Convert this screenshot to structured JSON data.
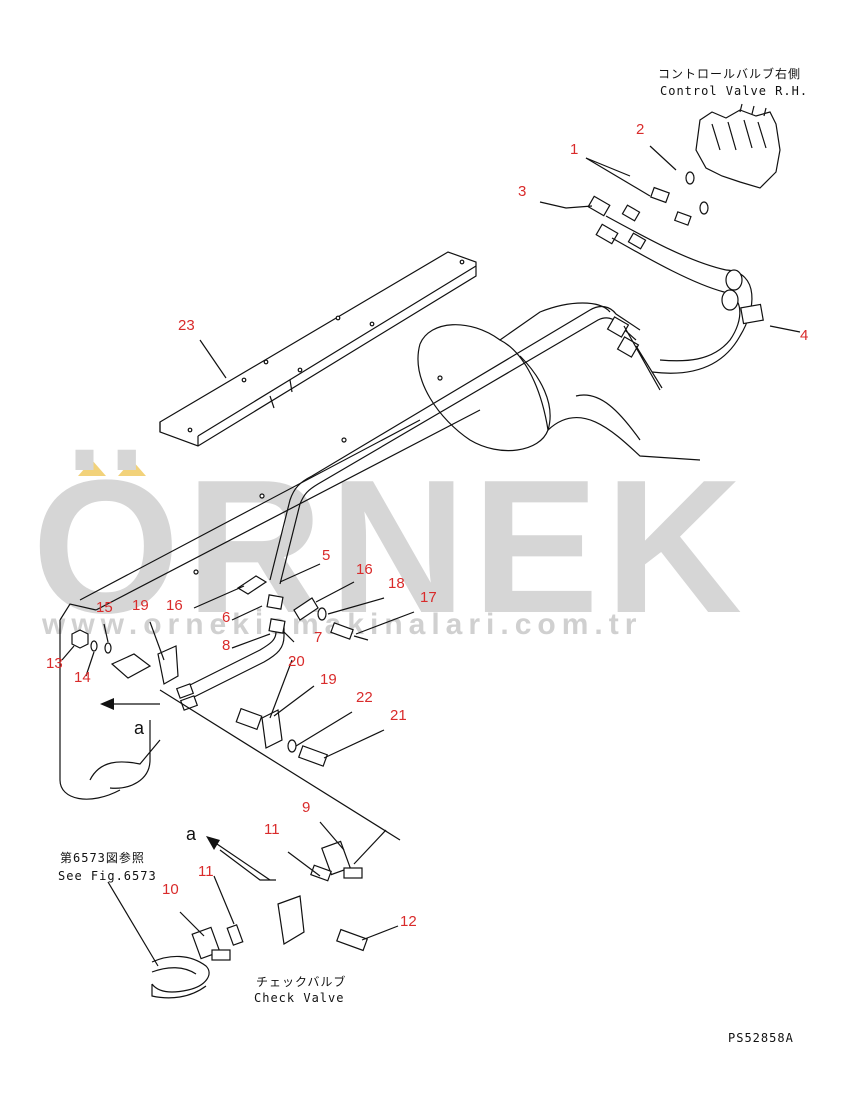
{
  "drawing": {
    "control_valve_jp": "コントロールバルブ右側",
    "control_valve_en": "Control Valve R.H.",
    "see_fig_jp": "第6573図参照",
    "see_fig_en": "See Fig.6573",
    "check_valve_jp": "チェックバルブ",
    "check_valve_en": "Check Valve",
    "drawing_number": "PS52858A",
    "view_ref_1": "a",
    "view_ref_2": "a"
  },
  "callouts": [
    {
      "label": "1"
    },
    {
      "label": "2"
    },
    {
      "label": "3"
    },
    {
      "label": "4"
    },
    {
      "label": "23"
    },
    {
      "label": "5"
    },
    {
      "label": "16"
    },
    {
      "label": "18"
    },
    {
      "label": "17"
    },
    {
      "label": "15"
    },
    {
      "label": "19"
    },
    {
      "label": "16"
    },
    {
      "label": "6"
    },
    {
      "label": "8"
    },
    {
      "label": "7"
    },
    {
      "label": "20"
    },
    {
      "label": "13"
    },
    {
      "label": "14"
    },
    {
      "label": "19"
    },
    {
      "label": "22"
    },
    {
      "label": "21"
    },
    {
      "label": "9"
    },
    {
      "label": "11"
    },
    {
      "label": "11"
    },
    {
      "label": "10"
    },
    {
      "label": "12"
    }
  ],
  "watermark": {
    "brand": "ÖRNEK",
    "url": "www.orneki̇smakinalari.com.tr",
    "accent_color": "#f2d27a",
    "text_color": "#d6d6d6"
  }
}
